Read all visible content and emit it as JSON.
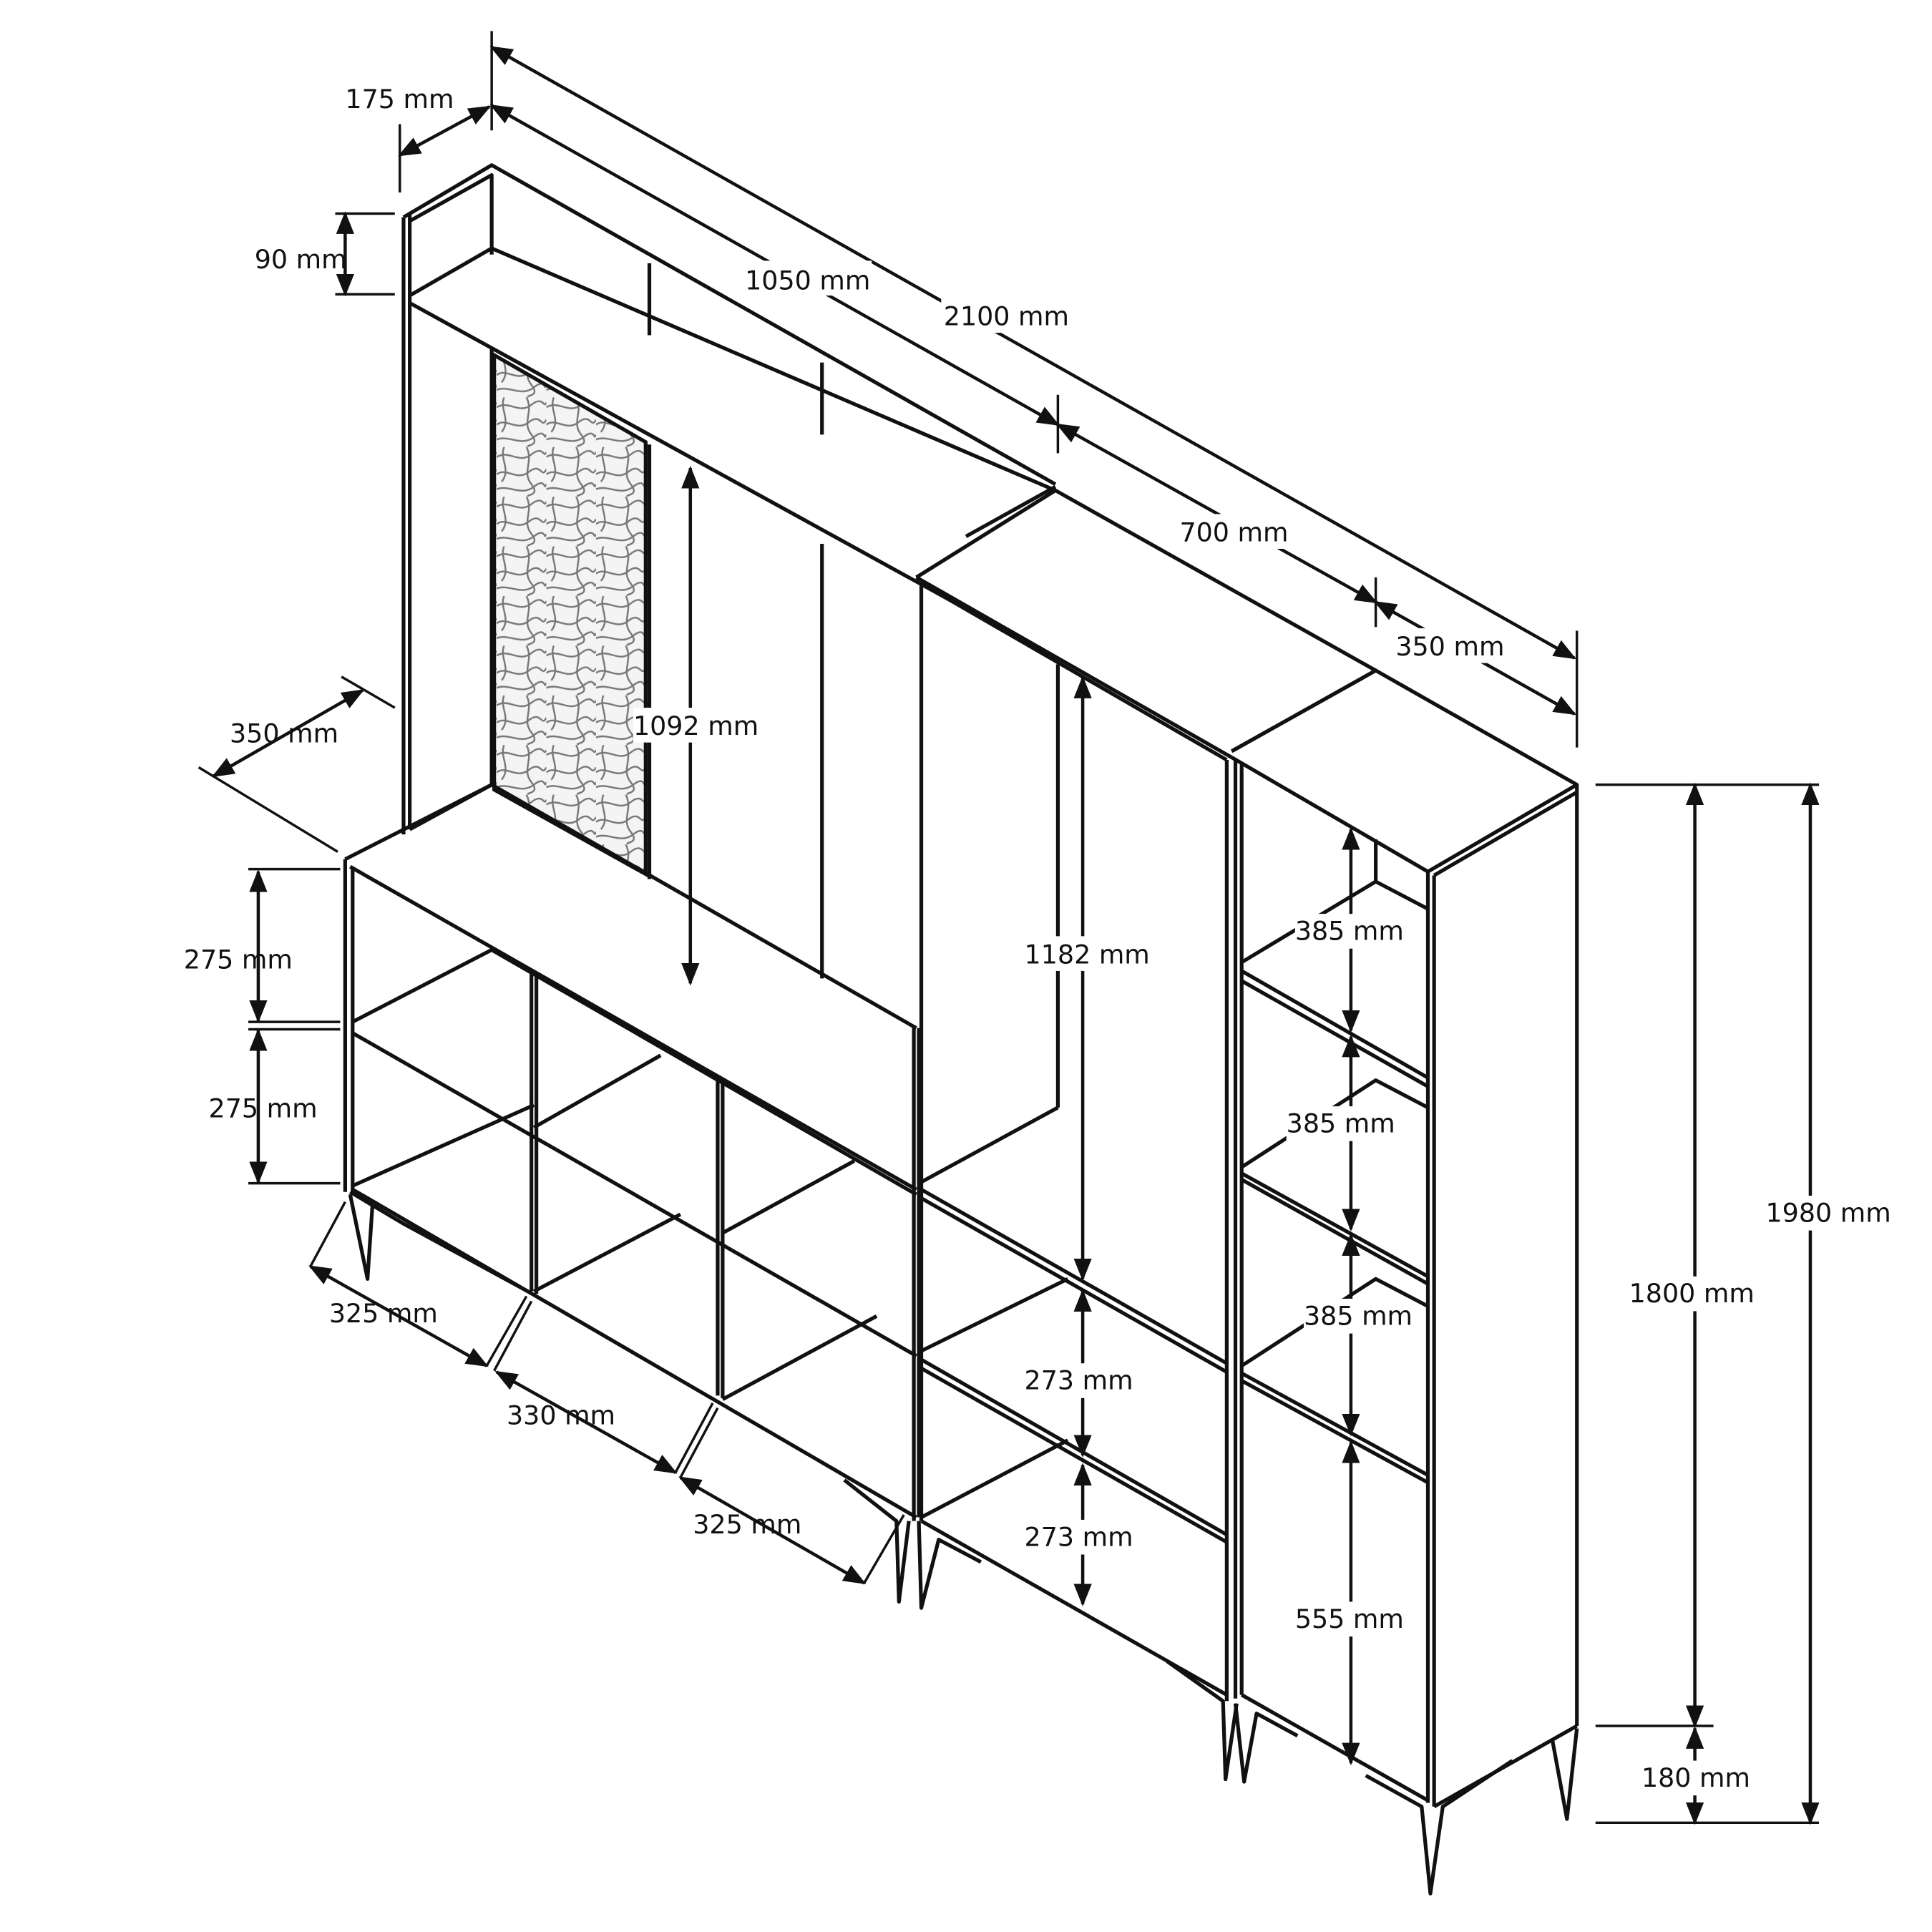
{
  "drawing": {
    "subject": "bookcase-wall-unit",
    "colors": {
      "line": "#111111",
      "background": "#ffffff",
      "pattern": "#888888"
    }
  },
  "dimensions": {
    "top_depth_offset": "175 mm",
    "top_rail_height": "90 mm",
    "left_section_width": "1050 mm",
    "total_width": "2100 mm",
    "middle_section_width": "700 mm",
    "right_section_width": "350 mm",
    "cabinet_depth": "350 mm",
    "upper_opening_height": "1092 mm",
    "middle_opening_height": "1182 mm",
    "left_shelf_1": "275 mm",
    "left_shelf_2": "275 mm",
    "left_cell_1": "325 mm",
    "left_cell_2": "330 mm",
    "left_cell_3": "325 mm",
    "middle_shelf_1": "273 mm",
    "middle_shelf_2": "273 mm",
    "right_shelf_1": "385 mm",
    "right_shelf_2": "385 mm",
    "right_shelf_3": "385 mm",
    "right_bottom": "555 mm",
    "body_height": "1800 mm",
    "total_height": "1980 mm",
    "leg_height": "180 mm"
  }
}
